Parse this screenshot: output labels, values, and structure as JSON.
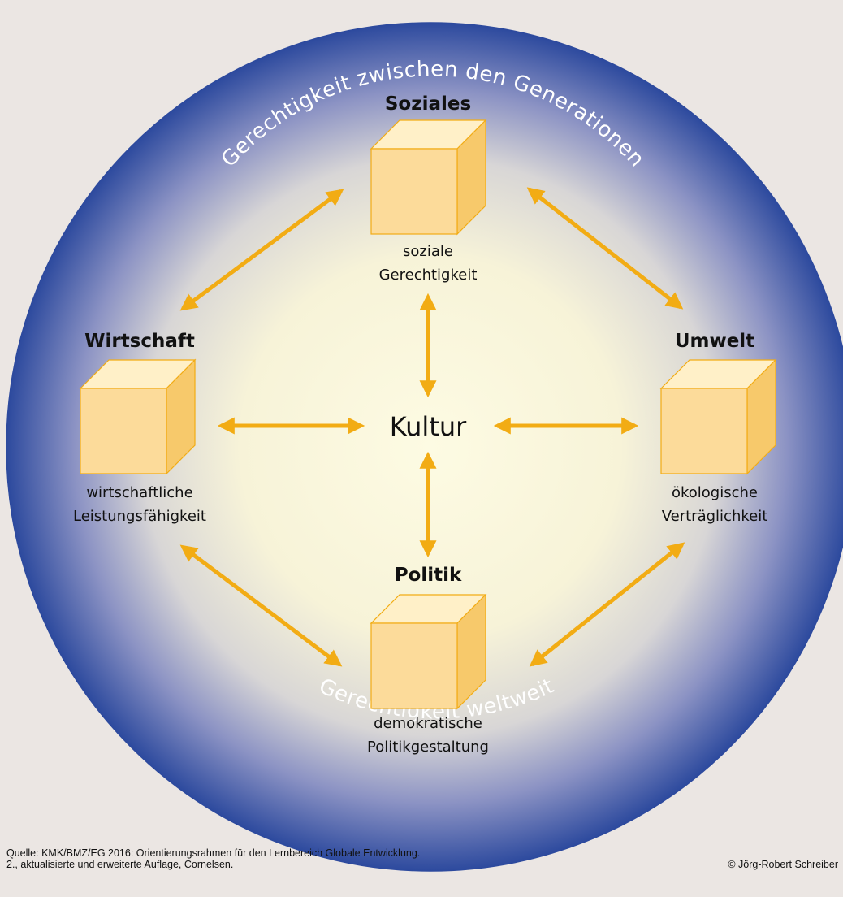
{
  "colors": {
    "background": "#ebe6e3",
    "circle_outer": "#2d4a9e",
    "circle_inner": "#fdfbe3",
    "arrow": "#f2ac14",
    "cube_front": "#fcdb9a",
    "cube_top": "#fff0c8",
    "cube_side": "#f7c96b"
  },
  "ring": {
    "top": "Gerechtigkeit zwischen den Generationen",
    "bottom": "Gerechtigkeit weltweit"
  },
  "center": "Kultur",
  "dimensions": {
    "soziales": {
      "title": "Soziales",
      "line1": "soziale",
      "line2": "Gerechtigkeit"
    },
    "wirtschaft": {
      "title": "Wirtschaft",
      "line1": "wirtschaftliche",
      "line2": "Leistungsfähigkeit"
    },
    "umwelt": {
      "title": "Umwelt",
      "line1": "ökologische",
      "line2": "Verträglichkeit"
    },
    "politik": {
      "title": "Politik",
      "line1": "demokratische",
      "line2": "Politikgestaltung"
    }
  },
  "source": {
    "line1": "Quelle: KMK/BMZ/EG 2016: Orientierungsrahmen für den Lernbereich Globale Entwicklung.",
    "line2": "2., aktualisierte und erweiterte Auflage, Cornelsen."
  },
  "copyright": "© Jörg-Robert Schreiber"
}
